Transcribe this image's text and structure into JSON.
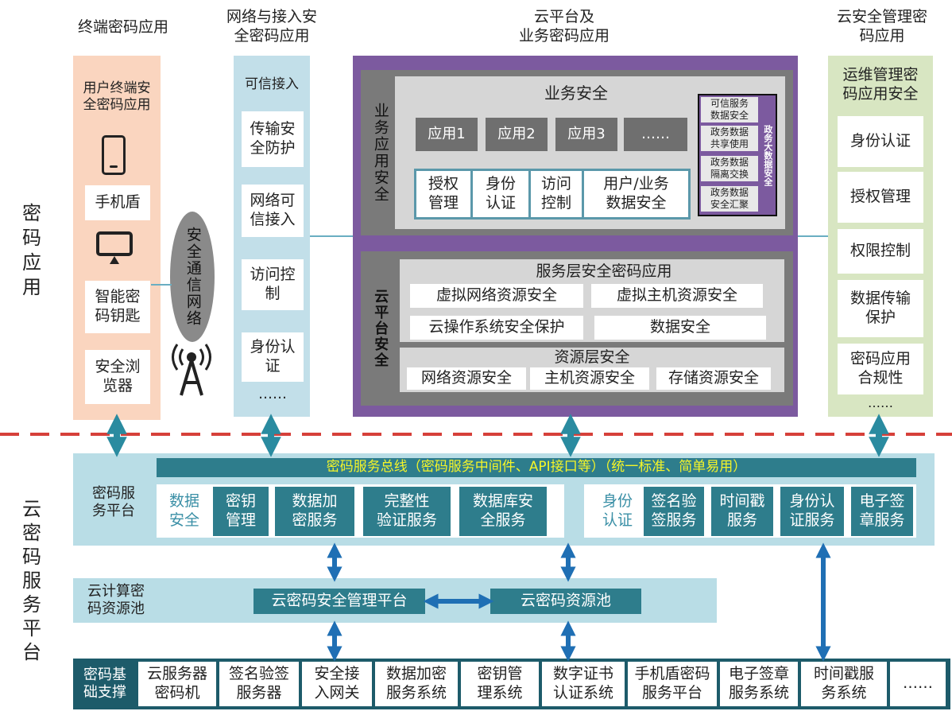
{
  "colors": {
    "peach": "#fad5bf",
    "lightblue": "#c2dfe9",
    "purple": "#7c5a9f",
    "olive": "#d8e6c2",
    "teal": "#2e7d8c",
    "dashed": "#d6403a",
    "arrow": "#1f6fb4",
    "serviceBg": "#b9dde6",
    "darkTeal": "#1d5b6a"
  },
  "headers": {
    "terminal": "终端密码应用",
    "network": "网络与接入安\n全密码应用",
    "cloud": "云平台及\n业务密码应用",
    "mgmt": "云安全管理密\n码应用"
  },
  "sideLabels": {
    "app": "密\n码\n应\n用",
    "service": "云\n密\n码\n服\n务\n平\n台"
  },
  "terminal": {
    "title": "用户终端安\n全密码应用",
    "items": [
      "手机盾",
      "智能密\n码钥匙",
      "安全浏\n览器"
    ],
    "icons": [
      "mobile-phone-icon",
      "monitor-icon"
    ]
  },
  "commNetwork": {
    "label": "安全通信网络",
    "icon": "signal-tower-icon"
  },
  "network": {
    "title": "可信接入",
    "items": [
      "传输安\n全防护",
      "网络可\n信接入",
      "访问控\n制",
      "身份认\n证"
    ],
    "ellipsis": "……"
  },
  "business": {
    "sideLabel": "业务应用安全",
    "title": "业务安全",
    "apps": [
      "应用1",
      "应用2",
      "应用3",
      "……"
    ],
    "services": [
      "授权\n管理",
      "身份\n认证",
      "访问\n控制",
      "用户/业务\n数据安全"
    ],
    "govTitle": "政务大数据安全",
    "govItems": [
      "可信服务\n数据安全",
      "政务数据\n共享使用",
      "政务数据\n隔离交换",
      "政务数据\n安全汇聚"
    ]
  },
  "cloudPlatform": {
    "sideLabel": "云平台安全",
    "serviceTitle": "服务层安全密码应用",
    "serviceItems": [
      "虚拟网络资源安全",
      "虚拟主机资源安全",
      "云操作系统安全保护",
      "数据安全"
    ],
    "resourceTitle": "资源层安全",
    "resourceItems": [
      "网络资源安全",
      "主机资源安全",
      "存储资源安全"
    ]
  },
  "mgmt": {
    "title": "运维管理密\n码应用安全",
    "items": [
      "身份认证",
      "授权管理",
      "权限控制",
      "数据传输\n保护",
      "密码应用\n合规性"
    ],
    "ellipsis": "……"
  },
  "servicePlatform": {
    "label": "密码服\n务平台",
    "busTitle": "密码服务总线（密码服务中间件、API接口等）（统一标准、简单易用）",
    "dataGroup": "数据\n安全",
    "dataItems": [
      "密钥\n管理",
      "数据加\n密服务",
      "完整性\n验证服务",
      "数据库安\n全服务"
    ],
    "identityGroup": "身份\n认证",
    "identityItems": [
      "签名验\n签服务",
      "时间戳\n服务",
      "身份认\n证服务",
      "电子签\n章服务"
    ]
  },
  "resourcePool": {
    "label": "云计算密\n码资源池",
    "mgmtPlatform": "云密码安全管理平台",
    "pool": "云密码资源池"
  },
  "infra": {
    "label": "密码基\n础支撑",
    "items": [
      "云服务器\n密码机",
      "签名验签\n服务器",
      "安全接\n入网关",
      "数据加密\n服务系统",
      "密钥管\n理系统",
      "数字证书\n认证系统",
      "手机盾密码\n服务平台",
      "电子签章\n服务系统",
      "时间戳服\n务系统",
      "……"
    ]
  }
}
